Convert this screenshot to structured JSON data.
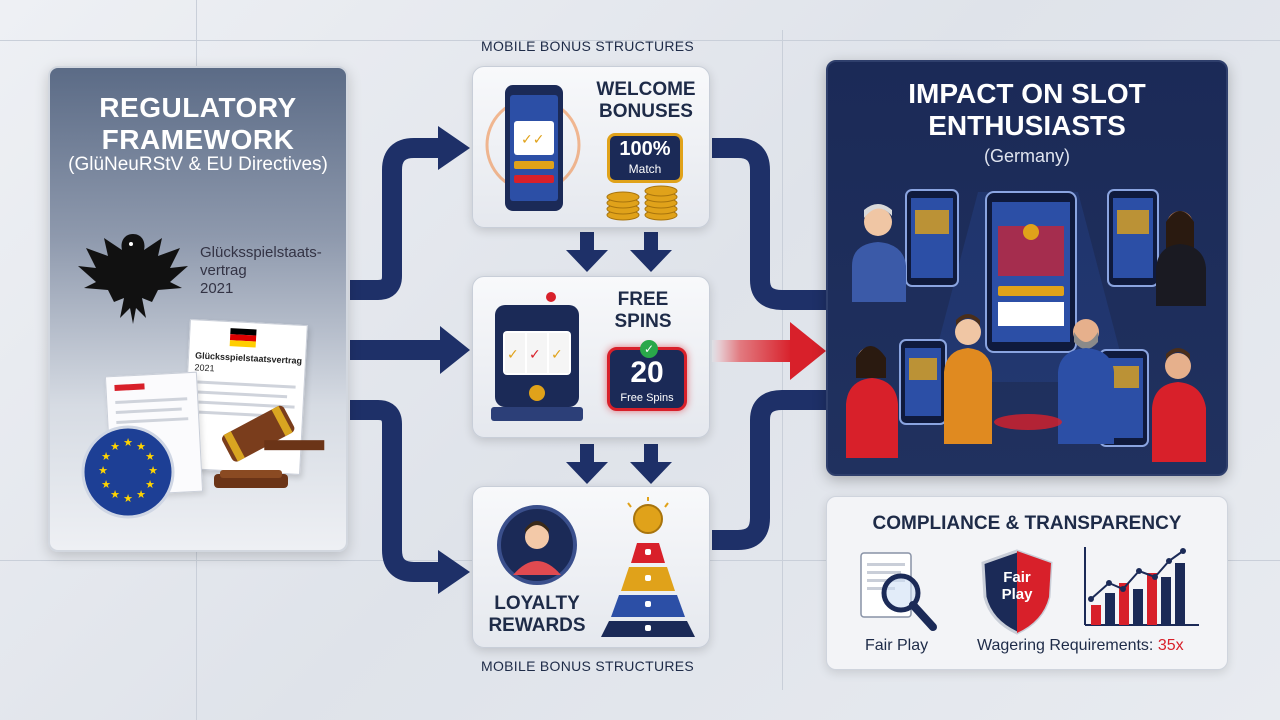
{
  "regulatory": {
    "title_line1": "REGULATORY",
    "title_line2": "FRAMEWORK",
    "subtitle": "(GlüNeuRStV & EU Directives)",
    "treaty_line1": "Glücksspielstaats-",
    "treaty_line2": "vertrag",
    "treaty_year": "2021",
    "document_title": "Glücksspielstaatsvertrag",
    "document_year": "2021"
  },
  "bonus": {
    "section_label_top": "MOBILE BONUS STRUCTURES",
    "section_label_bottom": "MOBILE BONUS STRUCTURES",
    "welcome": {
      "title_line1": "WELCOME",
      "title_line2": "BONUSES",
      "badge_value": "100%",
      "badge_caption": "Match"
    },
    "free_spins": {
      "title_line1": "FREE",
      "title_line2": "SPINS",
      "badge_value": "20",
      "badge_caption": "Free Spins"
    },
    "loyalty": {
      "title_line1": "LOYALTY",
      "title_line2": "REWARDS"
    }
  },
  "impact": {
    "title_line1": "IMPACT ON SLOT",
    "title_line2": "ENTHUSIASTS",
    "subtitle": "(Germany)"
  },
  "compliance": {
    "title": "COMPLIANCE & TRANSPARENCY",
    "fair_play_caption": "Fair Play",
    "shield_line1": "Fair",
    "shield_line2": "Play",
    "wagering_label": "Wagering Requirements: ",
    "wagering_value": "35x"
  },
  "colors": {
    "navy": "#1b2a57",
    "accent_red": "#d8202a",
    "gold": "#e0a21a",
    "eu_blue": "#1d3f95"
  }
}
